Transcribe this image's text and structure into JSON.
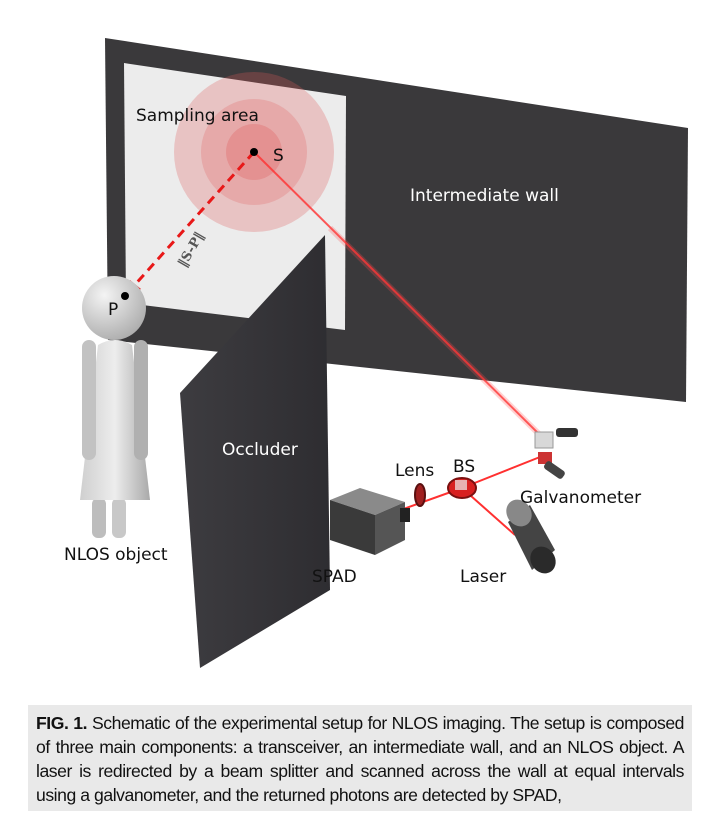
{
  "figure": {
    "labels": {
      "sampling_area": "Sampling area",
      "point_s": "S",
      "point_p": "P",
      "distance": "‖S-P‖",
      "intermediate_wall": "Intermediate wall",
      "occluder": "Occluder",
      "nlos_object": "NLOS object",
      "lens": "Lens",
      "bs": "BS",
      "galvanometer": "Galvanometer",
      "spad": "SPAD",
      "laser": "Laser"
    },
    "colors": {
      "wall": "#3a393b",
      "sample": "#ececec",
      "laser": "#ff2a2a",
      "circle": "#e05a5a"
    }
  },
  "caption": {
    "label": "FIG. 1.",
    "text": " Schematic of the experimental setup for NLOS imaging. The setup is composed of three main components: a transceiver, an intermediate wall, and an NLOS object. A laser is redirected by a beam splitter and scanned across the wall at equal intervals using a galvanometer, and the returned photons are detected by SPAD,"
  }
}
